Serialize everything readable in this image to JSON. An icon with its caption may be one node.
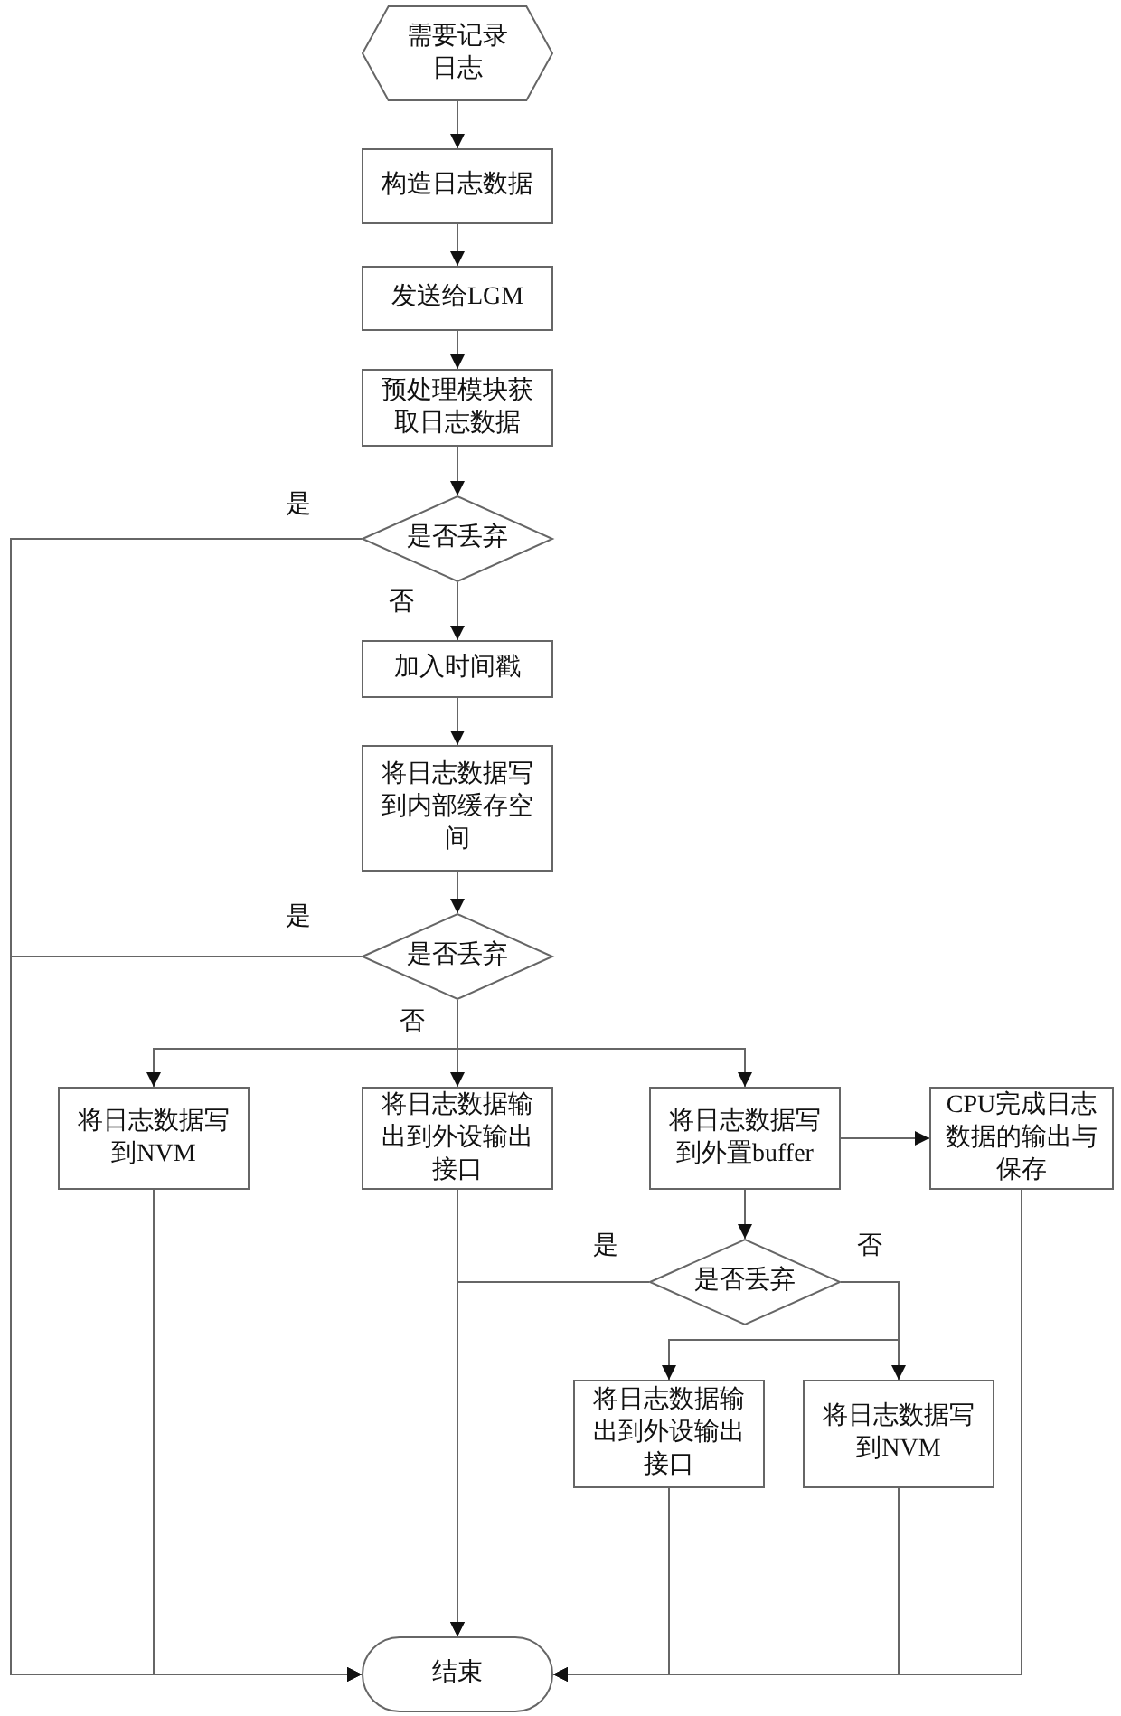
{
  "diagram": {
    "nodes": [
      {
        "text": [
          "需要记录日志"
        ]
      },
      {
        "text": [
          "构造日志数据"
        ]
      },
      {
        "text": [
          "发送给LGM"
        ]
      },
      {
        "text": [
          "预处理模块获取日志数据"
        ]
      },
      {
        "text": [
          "是否丢弃"
        ]
      },
      {
        "text": [
          "加入时间戳"
        ]
      },
      {
        "text": [
          "将日志数据写到内部缓存空间"
        ]
      },
      {
        "text": [
          "是否丢弃"
        ]
      },
      {
        "text": [
          "将日志数据写到NVM"
        ]
      },
      {
        "text": [
          "将日志数据输出到外设输出接口"
        ]
      },
      {
        "text": [
          "将日志数据写到外置buffer"
        ]
      },
      {
        "text": [
          "CPU完成日志数据的输出与保存"
        ]
      },
      {
        "text": [
          "是否丢弃"
        ]
      },
      {
        "text": [
          "将日志数据输出到外设输出接口"
        ]
      },
      {
        "text": [
          "将日志数据写到NVM"
        ]
      },
      {
        "text": [
          "结束"
        ]
      }
    ],
    "edges": [
      {
        "from": 0,
        "to": 1,
        "arrow": "to"
      },
      {
        "from": 1,
        "to": 2,
        "arrow": "to"
      },
      {
        "from": 2,
        "to": 3,
        "arrow": "to"
      },
      {
        "from": 3,
        "to": 4,
        "arrow": "to"
      },
      {
        "from": 4,
        "to": 15,
        "arrow": "to",
        "label": "是"
      },
      {
        "from": 4,
        "to": 5,
        "arrow": "to",
        "label": "否"
      },
      {
        "from": 5,
        "to": 6,
        "arrow": "to"
      },
      {
        "from": 6,
        "to": 7,
        "arrow": "to"
      },
      {
        "from": 7,
        "to": 15,
        "arrow": "to",
        "label": "是"
      },
      {
        "from": 7,
        "to": 8,
        "arrow": "to"
      },
      {
        "from": 7,
        "to": 9,
        "arrow": "to",
        "label": "否"
      },
      {
        "from": 7,
        "to": 10,
        "arrow": "to"
      },
      {
        "from": 10,
        "to": 11,
        "arrow": "to"
      },
      {
        "from": 9,
        "to": 15,
        "arrow": "to"
      },
      {
        "from": 8,
        "to": 15,
        "arrow": "to"
      },
      {
        "from": 10,
        "to": 12,
        "arrow": "to"
      },
      {
        "from": 12,
        "to": 15,
        "arrow": "to",
        "label": "是"
      },
      {
        "from": 12,
        "to": 13,
        "arrow": "to",
        "label": "否"
      },
      {
        "from": 12,
        "to": 14,
        "arrow": "to"
      },
      {
        "from": 13,
        "to": 15,
        "arrow": "to"
      },
      {
        "from": 14,
        "to": 15,
        "arrow": "to"
      },
      {
        "from": 11,
        "to": 15,
        "arrow": "to"
      }
    ]
  }
}
